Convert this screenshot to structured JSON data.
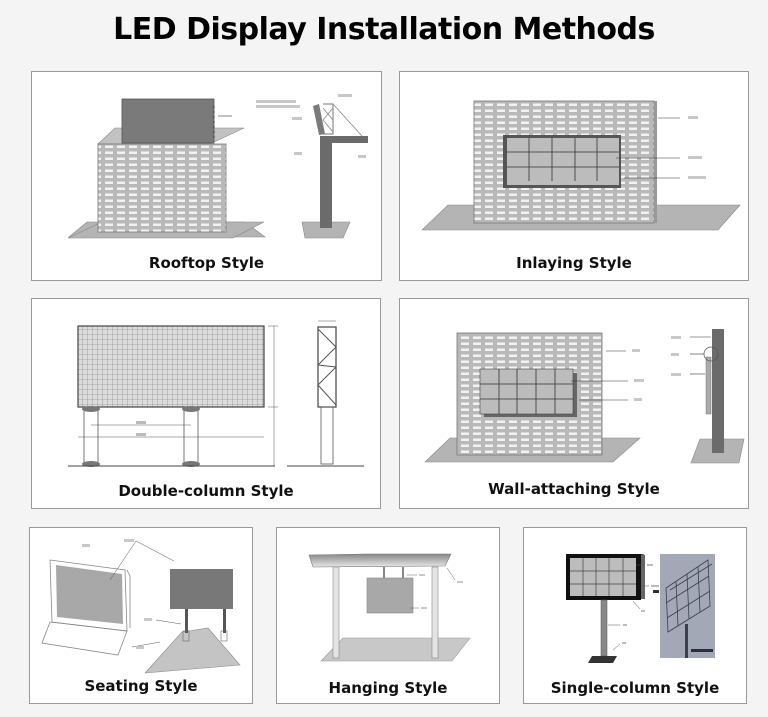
{
  "page": {
    "title": "LED Display Installation Methods",
    "background": "#f4f4f4"
  },
  "methods": [
    {
      "id": "rooftop",
      "caption": "Rooftop Style",
      "diagram": "LED screen mounted on top of brick building, with side-view steel truss frame on rooftop column"
    },
    {
      "id": "inlaying",
      "caption": "Inlaying Style",
      "diagram": "5x3 panel LED screen recessed into brick wall"
    },
    {
      "id": "double-column",
      "caption": "Double-column Style",
      "diagram": "Large grid LED screen on two support columns with dimension lines, plus side truss view"
    },
    {
      "id": "wall-attaching",
      "caption": "Wall-attaching Style",
      "diagram": "5x3 panel LED screen mounted onto brick wall surface, plus side-view bracket"
    },
    {
      "id": "seating",
      "caption": "Seating Style",
      "diagram": "Floor-standing LED screen on base, plus screen on two legs"
    },
    {
      "id": "hanging",
      "caption": "Hanging Style",
      "diagram": "LED screen hanging from canopy supported by two posts"
    },
    {
      "id": "single-column",
      "caption": "Single-column Style",
      "diagram": "5x3 panel LED screen on single pole with base, plus 3D steel frame render"
    }
  ],
  "colors": {
    "card_border": "#9a9a9a",
    "brick": "#c8c8c8",
    "screen_dark": "#6e6e6e",
    "ground": "#b4b4b4",
    "panel": "#bdbdbd"
  }
}
